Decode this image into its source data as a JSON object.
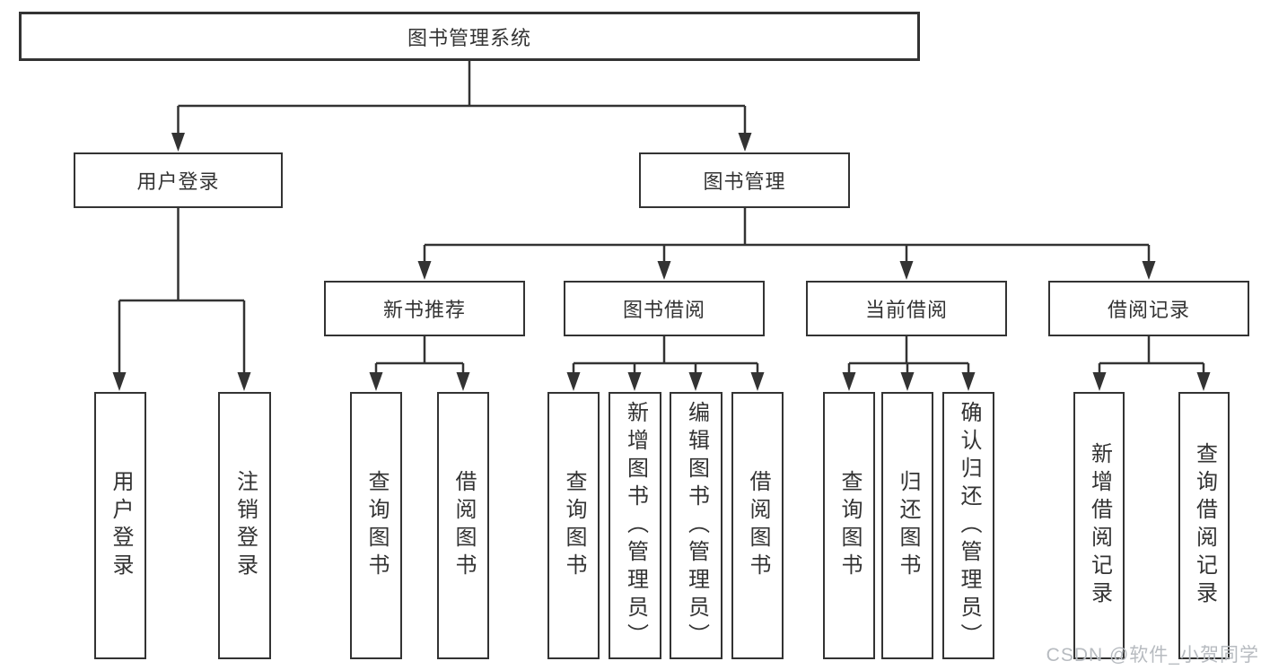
{
  "diagram": {
    "root": "图书管理系统",
    "level2": [
      "用户登录",
      "图书管理"
    ],
    "level3": [
      "新书推荐",
      "图书借阅",
      "当前借阅",
      "借阅记录"
    ],
    "level4": [
      "用户登录",
      "注销登录",
      "查询图书",
      "借阅图书",
      "查询图书",
      "新增图书（管理员）",
      "编辑图书（管理员）",
      "借阅图书",
      "查询图书",
      "归还图书",
      "确认归还（管理员）",
      "新增借阅记录",
      "查询借阅记录"
    ]
  },
  "watermark": "CSDN @软件_小贺同学",
  "colors": {
    "line": "#333333",
    "box_border": "#333333",
    "text": "#333333",
    "background": "#ffffff",
    "watermark": "#b7bbc0"
  }
}
